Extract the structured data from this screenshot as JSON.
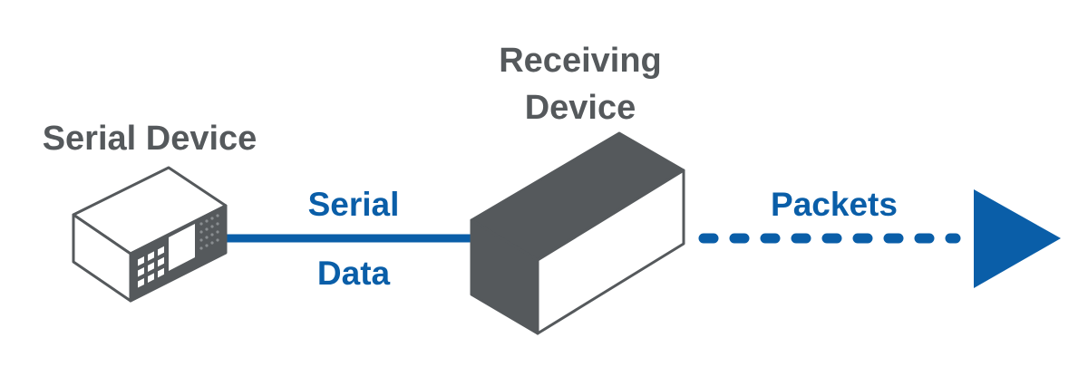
{
  "diagram": {
    "serial_device_label": "Serial Device",
    "receiving_device_label_line1": "Receiving",
    "receiving_device_label_line2": "Device",
    "link_label_top": "Serial",
    "link_label_bottom": "Data",
    "output_label": "Packets"
  },
  "colors": {
    "device_gray": "#55595c",
    "accent_blue": "#0a5ea8",
    "outline": "#55595c",
    "background": "#ffffff"
  }
}
